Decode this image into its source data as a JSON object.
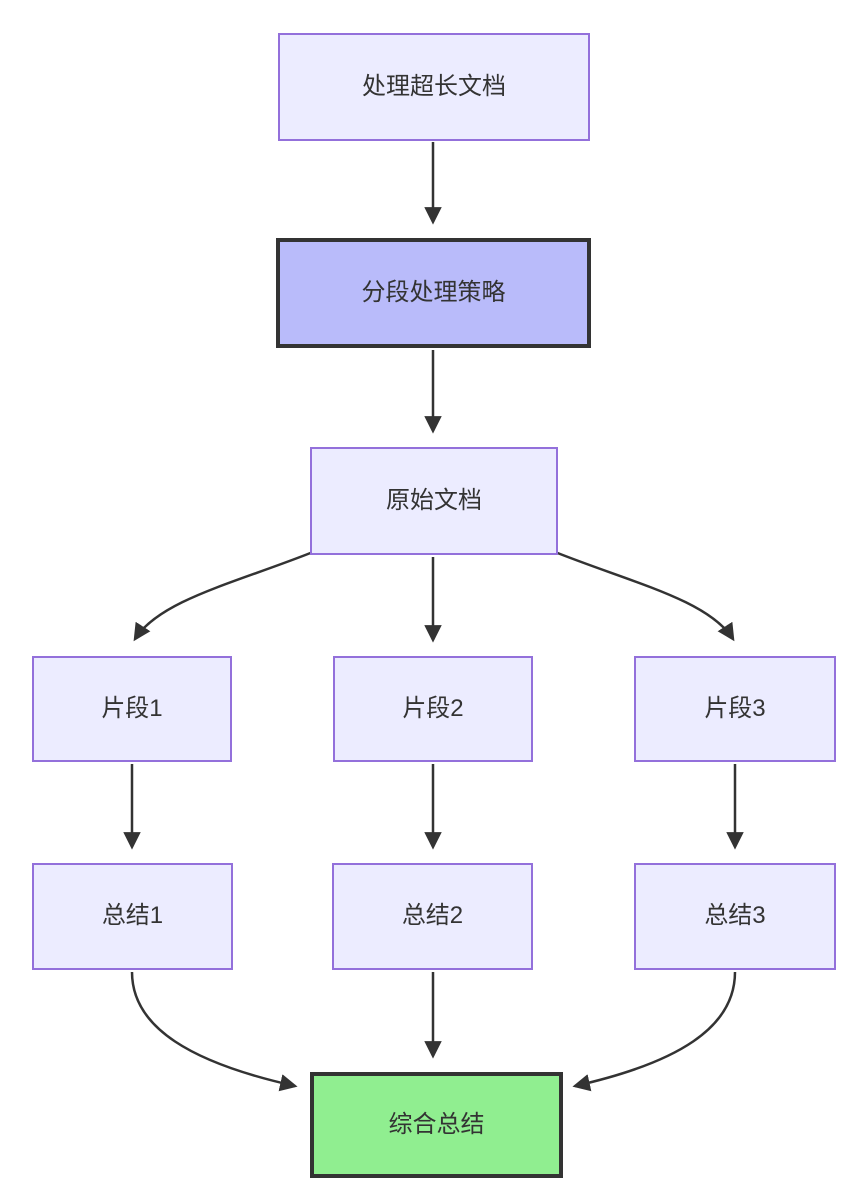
{
  "diagram": {
    "type": "flowchart",
    "direction": "top-down",
    "nodes": [
      {
        "id": "A",
        "label": "处理超长文档",
        "style": "default"
      },
      {
        "id": "B",
        "label": "分段处理策略",
        "style": "emphasis"
      },
      {
        "id": "C",
        "label": "原始文档",
        "style": "default"
      },
      {
        "id": "D1",
        "label": "片段1",
        "style": "default"
      },
      {
        "id": "D2",
        "label": "片段2",
        "style": "default"
      },
      {
        "id": "D3",
        "label": "片段3",
        "style": "default"
      },
      {
        "id": "E1",
        "label": "总结1",
        "style": "default"
      },
      {
        "id": "E2",
        "label": "总结2",
        "style": "default"
      },
      {
        "id": "E3",
        "label": "总结3",
        "style": "default"
      },
      {
        "id": "F",
        "label": "综合总结",
        "style": "success"
      }
    ],
    "edges": [
      {
        "from": "处理超长文档",
        "to": "分段处理策略"
      },
      {
        "from": "分段处理策略",
        "to": "原始文档"
      },
      {
        "from": "原始文档",
        "to": "片段1"
      },
      {
        "from": "原始文档",
        "to": "片段2"
      },
      {
        "from": "原始文档",
        "to": "片段3"
      },
      {
        "from": "片段1",
        "to": "总结1"
      },
      {
        "from": "片段2",
        "to": "总结2"
      },
      {
        "from": "片段3",
        "to": "总结3"
      },
      {
        "from": "总结1",
        "to": "综合总结"
      },
      {
        "from": "总结2",
        "to": "综合总结"
      },
      {
        "from": "总结3",
        "to": "综合总结"
      }
    ],
    "colors": {
      "node_fill": "#ECECFF",
      "node_border": "#9370DB",
      "emphasis_fill": "#B9BBFA",
      "emphasis_border": "#333333",
      "success_fill": "#90EE90",
      "success_border": "#333333",
      "edge": "#333333",
      "text": "#333333",
      "background": "#FFFFFF"
    }
  }
}
